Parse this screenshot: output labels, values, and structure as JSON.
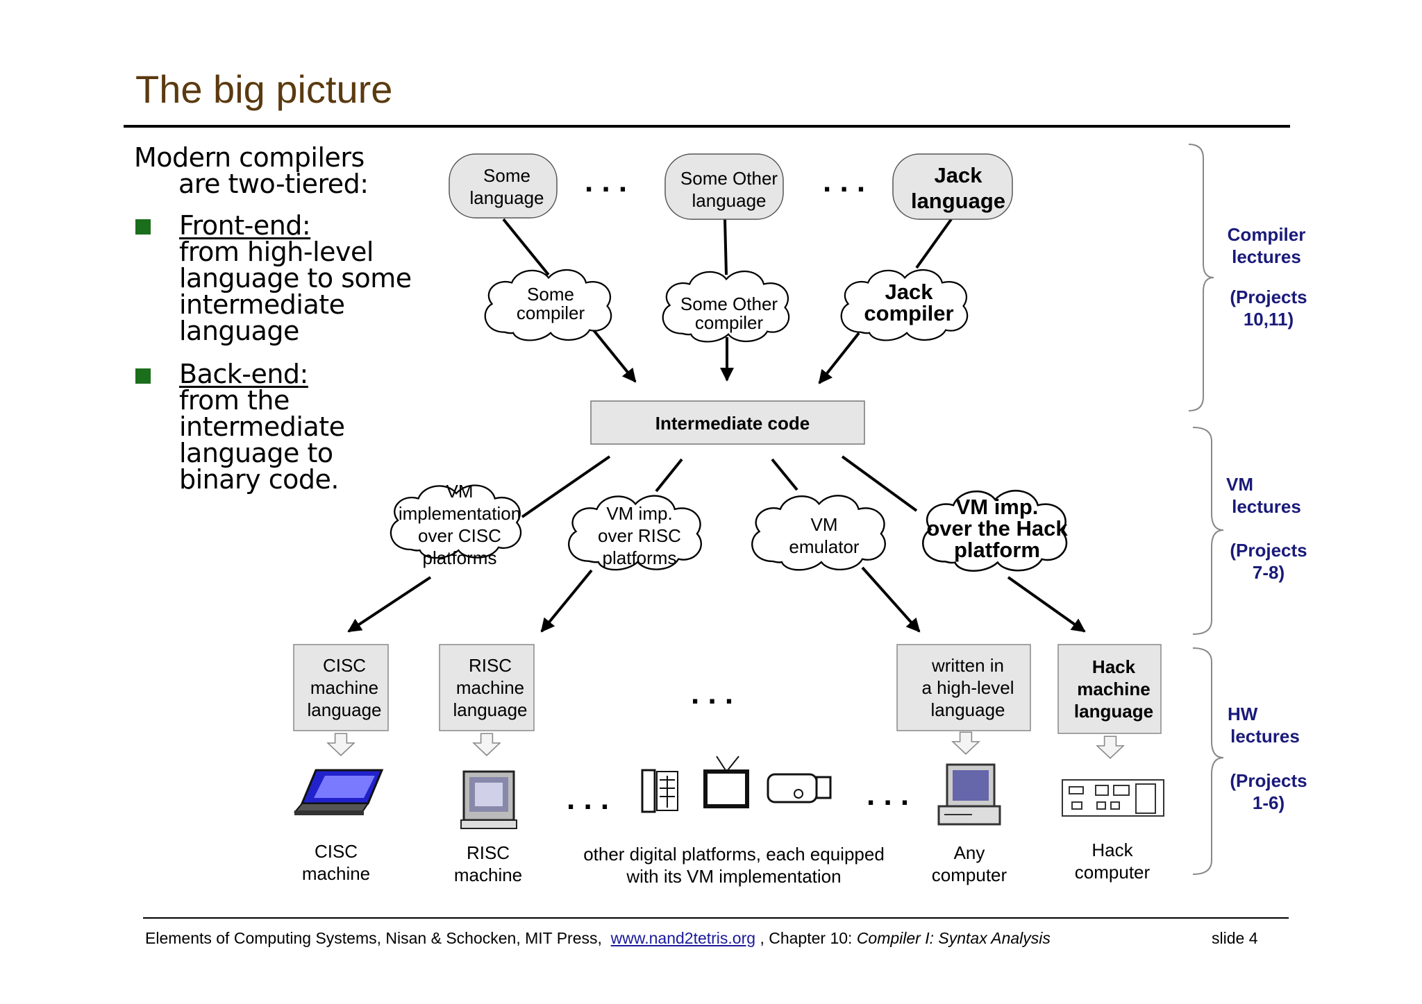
{
  "title": "The big picture",
  "intro": {
    "line1": "Modern compilers",
    "line2": "are two-tiered:"
  },
  "bullets": [
    {
      "head": "Front-end:",
      "lines": [
        "from high-level",
        "language to some",
        "intermediate",
        "language"
      ]
    },
    {
      "head": "Back-end:",
      "lines": [
        "from the",
        "intermediate",
        "language to",
        "binary code."
      ]
    }
  ],
  "languages": [
    {
      "lines": [
        "Some",
        "language"
      ]
    },
    {
      "lines": [
        "Some Other",
        "language"
      ]
    },
    {
      "lines": [
        "Jack",
        "language"
      ]
    }
  ],
  "compilers": [
    {
      "lines": [
        "Some",
        "compiler"
      ]
    },
    {
      "lines": [
        "Some Other",
        "compiler"
      ]
    },
    {
      "lines": [
        "Jack",
        "compiler"
      ]
    }
  ],
  "intermediate": "Intermediate code",
  "vm_impls": [
    {
      "lines": [
        "VM",
        "implementation",
        "over CISC",
        "platforms"
      ]
    },
    {
      "lines": [
        "VM imp.",
        "over RISC",
        "platforms"
      ]
    },
    {
      "lines": [
        "VM",
        "emulator"
      ]
    },
    {
      "lines": [
        "VM imp.",
        "over the Hack",
        "platform"
      ]
    }
  ],
  "machine_langs": [
    {
      "lines": [
        "CISC",
        "machine",
        "language"
      ]
    },
    {
      "lines": [
        "RISC",
        "machine",
        "language"
      ]
    },
    {
      "lines": [
        "written in",
        "a high-level",
        "language"
      ]
    },
    {
      "lines": [
        "Hack",
        "machine",
        "language"
      ]
    }
  ],
  "ellipsis": ". . .",
  "platforms": [
    {
      "lines": [
        "CISC",
        "machine"
      ],
      "icon": "laptop-icon"
    },
    {
      "lines": [
        "RISC",
        "machine"
      ],
      "icon": "desktop-computer-icon"
    },
    {
      "lines": [
        "other digital platforms, each equipped",
        "with its VM implementation"
      ],
      "icon": "devices-icon"
    },
    {
      "lines": [
        "Any",
        "computer"
      ],
      "icon": "pc-tower-icon"
    },
    {
      "lines": [
        "Hack",
        "computer"
      ],
      "icon": "circuit-board-icon"
    }
  ],
  "side_labels": [
    {
      "lines": [
        "Compiler",
        "lectures"
      ],
      "projects": [
        "(Projects",
        "10,11)"
      ]
    },
    {
      "lines": [
        "VM",
        "lectures"
      ],
      "projects": [
        "(Projects",
        "7-8)"
      ]
    },
    {
      "lines": [
        "HW",
        "lectures"
      ],
      "projects": [
        "(Projects",
        "1-6)"
      ]
    }
  ],
  "footer": {
    "prefix": "Elements of Computing Systems, Nisan & Schocken, MIT Press,",
    "link": "www.nand2tetris.org",
    "middle": ", Chapter 10:",
    "chapter": "Compiler I: Syntax Analysis",
    "slide": "slide 4"
  },
  "colors": {
    "title": "#5b3a10",
    "bullet": "#1b6e1b",
    "side_labels": "#1a1a7a",
    "box_fill": "#e6e6e6",
    "link": "#1a1a9a"
  }
}
